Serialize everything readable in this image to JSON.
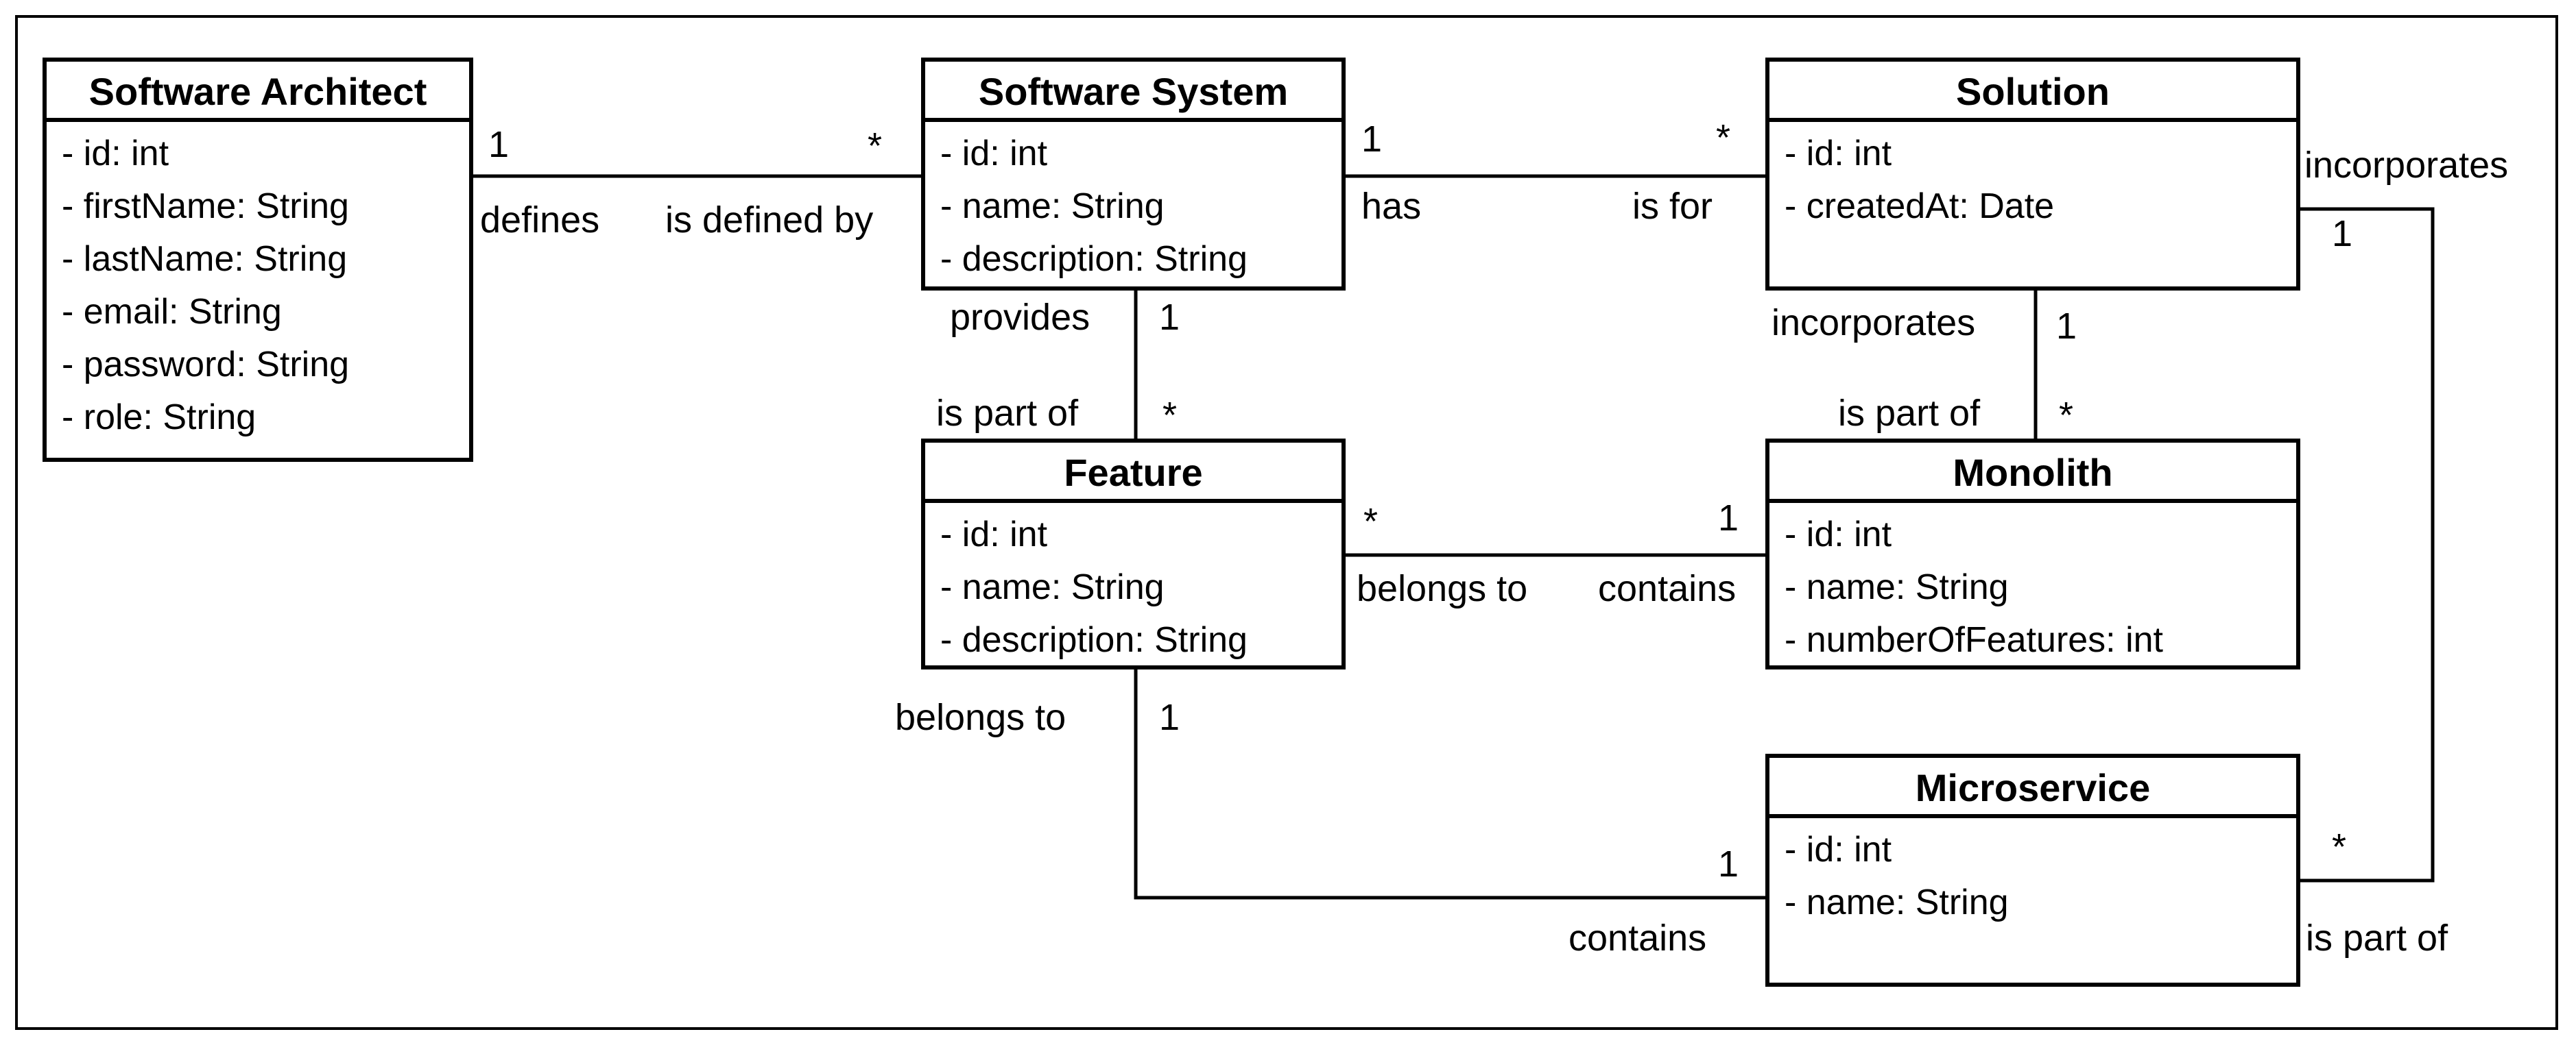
{
  "classes": {
    "software_architect": {
      "name": "Software Architect",
      "attributes": [
        "- id: int",
        "- firstName: String",
        "- lastName: String",
        "- email: String",
        "- password: String",
        "- role: String"
      ]
    },
    "software_system": {
      "name": "Software System",
      "attributes": [
        "- id: int",
        "- name: String",
        "- description: String"
      ]
    },
    "solution": {
      "name": "Solution",
      "attributes": [
        "- id: int",
        "- createdAt: Date"
      ]
    },
    "feature": {
      "name": "Feature",
      "attributes": [
        "- id: int",
        "- name: String",
        "- description: String"
      ]
    },
    "monolith": {
      "name": "Monolith",
      "attributes": [
        "- id: int",
        "- name: String",
        "- numberOfFeatures: int"
      ]
    },
    "microservice": {
      "name": "Microservice",
      "attributes": [
        "- id: int",
        "- name: String"
      ]
    }
  },
  "relations": {
    "architect_system": {
      "role_source": "defines",
      "mult_source": "1",
      "role_target": "is defined by",
      "mult_target": "*"
    },
    "system_solution": {
      "role_source": "has",
      "mult_source": "1",
      "role_target": "is for",
      "mult_target": "*"
    },
    "system_feature": {
      "role_source": "provides",
      "mult_source": "1",
      "role_target": "is part of",
      "mult_target": "*"
    },
    "solution_monolith": {
      "role_source": "incorporates",
      "mult_source": "1",
      "role_target": "is part of",
      "mult_target": "*"
    },
    "feature_monolith": {
      "role_source": "belongs to",
      "mult_source": "*",
      "role_target": "contains",
      "mult_target": "1"
    },
    "feature_microservice": {
      "role_source": "belongs to",
      "mult_source": "1",
      "role_target": "contains",
      "mult_target": "1"
    },
    "solution_microservice": {
      "role_source": "incorporates",
      "mult_source": "1",
      "role_target": "is part of",
      "mult_target": "*"
    }
  }
}
